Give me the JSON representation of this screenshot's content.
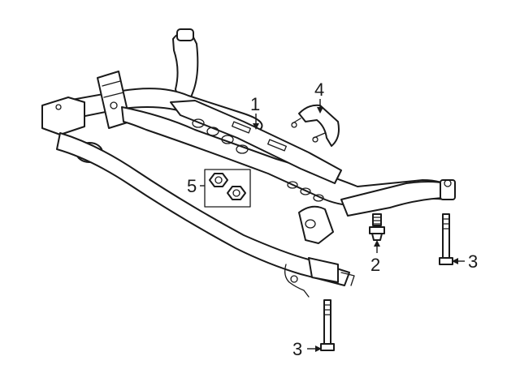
{
  "callouts": [
    {
      "id": "1",
      "label": "1"
    },
    {
      "id": "2",
      "label": "2"
    },
    {
      "id": "3a",
      "label": "3"
    },
    {
      "id": "3b",
      "label": "3"
    },
    {
      "id": "4",
      "label": "4"
    },
    {
      "id": "5",
      "label": "5"
    }
  ]
}
